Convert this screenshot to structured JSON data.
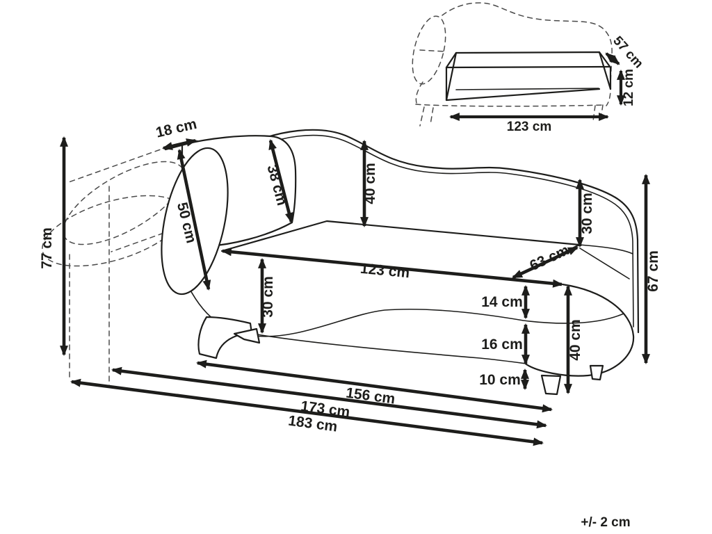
{
  "figure": {
    "type": "furniture dimension diagram",
    "subject": "chaise lounge with storage",
    "tolerance": "+/- 2 cm"
  },
  "main_view": {
    "labels": {
      "armrest_width": "18 cm",
      "armrest_face_diameter": "50 cm",
      "backrest_cushion_height": "38 cm",
      "backrest_height_center": "40 cm",
      "total_height_left": "77 cm",
      "base_thickness_left": "30 cm",
      "seat_length": "123 cm",
      "seat_depth": "63 cm",
      "backrest_height_right": "30 cm",
      "side_height_right": "67 cm",
      "top_section_height": "14 cm",
      "middle_section_height": "16 cm",
      "leg_height": "10 cm",
      "seat_floor_height": "40 cm",
      "inner_length": "156 cm",
      "mid_length": "173 cm",
      "total_length": "183 cm"
    }
  },
  "inset_view": {
    "labels": {
      "storage_depth": "57 cm",
      "storage_height": "12 cm",
      "storage_length": "123 cm"
    }
  }
}
